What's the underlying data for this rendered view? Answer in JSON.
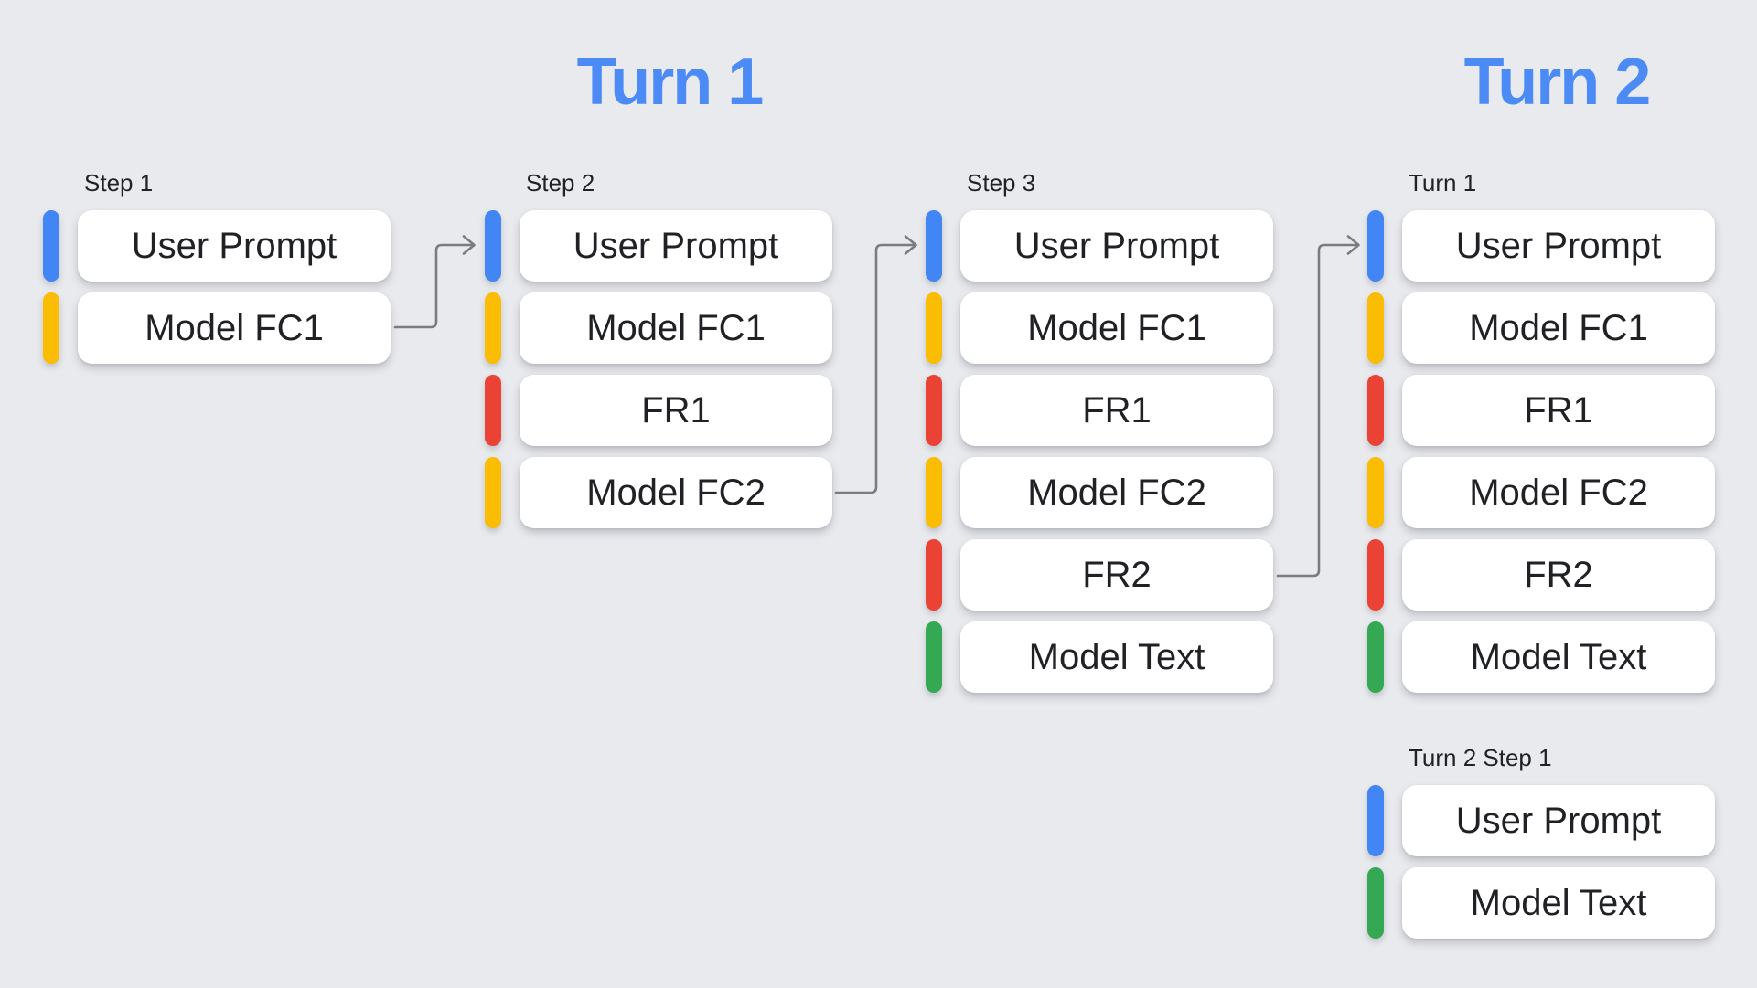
{
  "palette": {
    "blue": "#4285F4",
    "yellow": "#FBBC04",
    "red": "#EA4335",
    "green": "#34A853",
    "title_blue": "#4C8BF5",
    "arrow_gray": "#797D82",
    "background": "#E9EAEE",
    "card_bg": "#FFFFFF",
    "text": "#1F2124"
  },
  "titles": {
    "turn1": "Turn 1",
    "turn2": "Turn 2"
  },
  "columns": [
    {
      "label": "Step 1",
      "items": [
        {
          "text": "User Prompt",
          "color": "#4285F4"
        },
        {
          "text": "Model FC1",
          "color": "#FBBC04"
        }
      ]
    },
    {
      "label": "Step 2",
      "items": [
        {
          "text": "User Prompt",
          "color": "#4285F4"
        },
        {
          "text": "Model FC1",
          "color": "#FBBC04"
        },
        {
          "text": "FR1",
          "color": "#EA4335"
        },
        {
          "text": "Model FC2",
          "color": "#FBBC04"
        }
      ]
    },
    {
      "label": "Step 3",
      "items": [
        {
          "text": "User Prompt",
          "color": "#4285F4"
        },
        {
          "text": "Model FC1",
          "color": "#FBBC04"
        },
        {
          "text": "FR1",
          "color": "#EA4335"
        },
        {
          "text": "Model FC2",
          "color": "#FBBC04"
        },
        {
          "text": "FR2",
          "color": "#EA4335"
        },
        {
          "text": "Model Text",
          "color": "#34A853"
        }
      ]
    },
    {
      "label": "Turn 1",
      "items": [
        {
          "text": "User Prompt",
          "color": "#4285F4"
        },
        {
          "text": "Model FC1",
          "color": "#FBBC04"
        },
        {
          "text": "FR1",
          "color": "#EA4335"
        },
        {
          "text": "Model FC2",
          "color": "#FBBC04"
        },
        {
          "text": "FR2",
          "color": "#EA4335"
        },
        {
          "text": "Model Text",
          "color": "#34A853"
        }
      ]
    },
    {
      "label": "Turn 2 Step 1",
      "items": [
        {
          "text": "User Prompt",
          "color": "#4285F4"
        },
        {
          "text": "Model Text",
          "color": "#34A853"
        }
      ]
    }
  ],
  "arrows": [
    {
      "from": "Step 1 / Model FC1",
      "to": "Step 2 / User Prompt"
    },
    {
      "from": "Step 2 / Model FC2",
      "to": "Step 3 / User Prompt"
    },
    {
      "from": "Step 3 / FR2",
      "to": "Turn 1 / User Prompt"
    }
  ]
}
